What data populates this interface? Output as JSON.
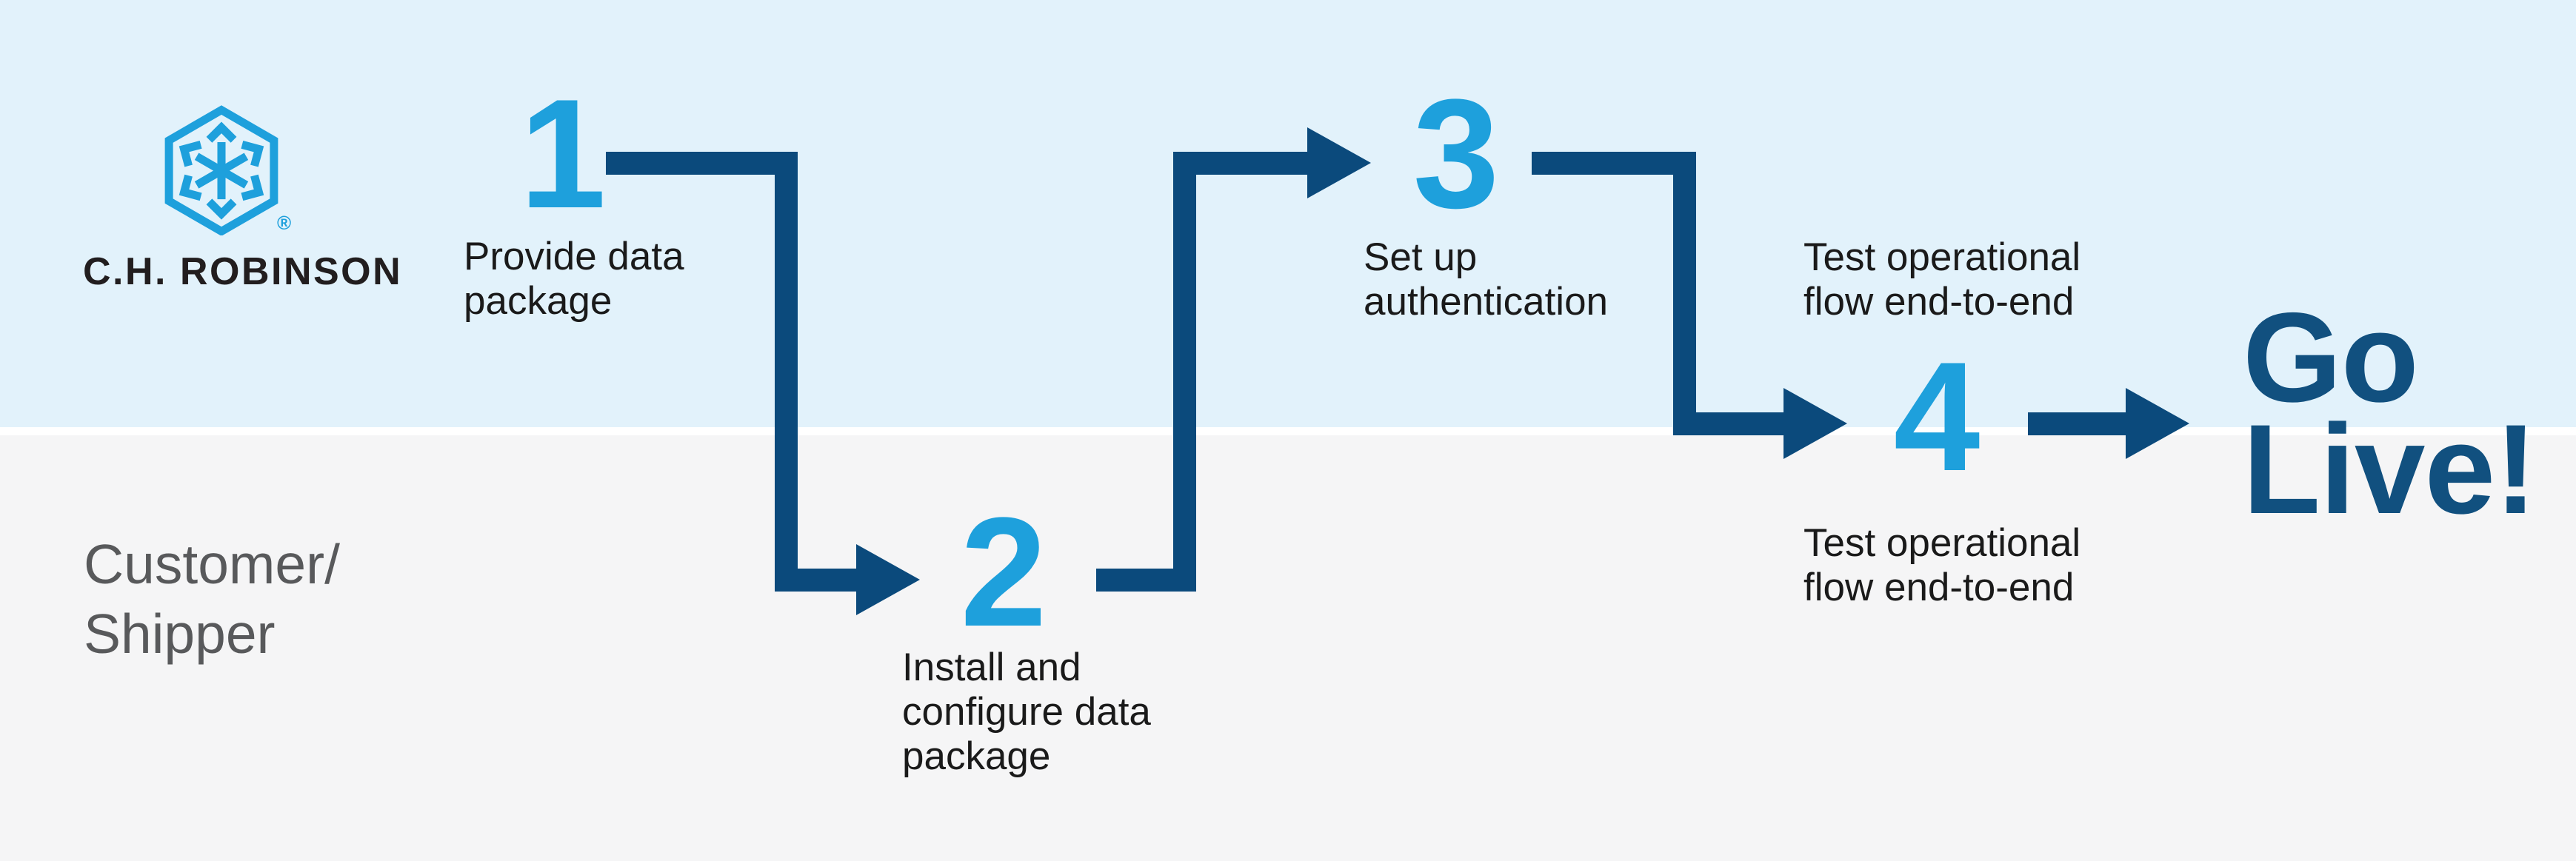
{
  "brand": {
    "name": "C.H. ROBINSON",
    "registered_mark": "®"
  },
  "lanes": {
    "bottom_label_lines": [
      "Customer/",
      "Shipper"
    ]
  },
  "steps": [
    {
      "number": "1",
      "label_lines": [
        "Provide data",
        "package"
      ]
    },
    {
      "number": "2",
      "label_lines": [
        "Install and",
        "configure data",
        "package"
      ]
    },
    {
      "number": "3",
      "label_lines": [
        "Set up",
        "authentication"
      ]
    },
    {
      "number": "4",
      "label_top_lines": [
        "Test operational",
        "flow end-to-end"
      ],
      "label_bottom_lines": [
        "Test operational",
        "flow end-to-end"
      ]
    }
  ],
  "finish": {
    "lines": [
      "Go",
      "Live!"
    ]
  },
  "colors": {
    "accent_cyan": "#1EA0DC",
    "navy": "#0B4A7C",
    "finish_navy": "#11507F",
    "top_band": "#E2F2FB",
    "bottom_band": "#F5F5F6",
    "divider_white": "#FFFFFF",
    "label_text": "#1A1A1A",
    "lane_label_text": "#58595B",
    "brand_text": "#221E1F"
  }
}
